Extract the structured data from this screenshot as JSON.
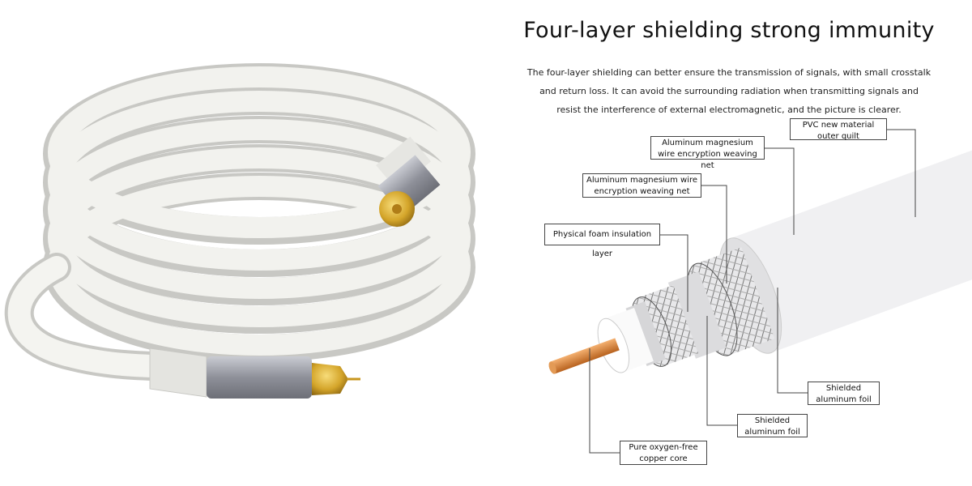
{
  "heading": "Four-layer shielding strong immunity",
  "description": "The four-layer shielding can better ensure the transmission of signals, with small crosstalk and return loss. It can avoid the surrounding radiation when transmitting signals and resist the interference of external electromagnetic, and the picture is clearer.",
  "labels": {
    "pvc": "PVC new material outer quilt",
    "weave_outer": "Aluminum magnesium wire encryption weaving net",
    "weave_inner": "Aluminum magnesium wire encryption weaving net",
    "foam": "Physical foam insulation layer",
    "foil_outer": "Shielded aluminum foil",
    "foil_inner": "Shielded aluminum foil",
    "core": "Pure oxygen-free copper core"
  },
  "colors": {
    "cable": "#eeeeea",
    "connector": "#d4a52a",
    "sleeve": "#9a9ca4",
    "copper": "#d98a3c"
  }
}
